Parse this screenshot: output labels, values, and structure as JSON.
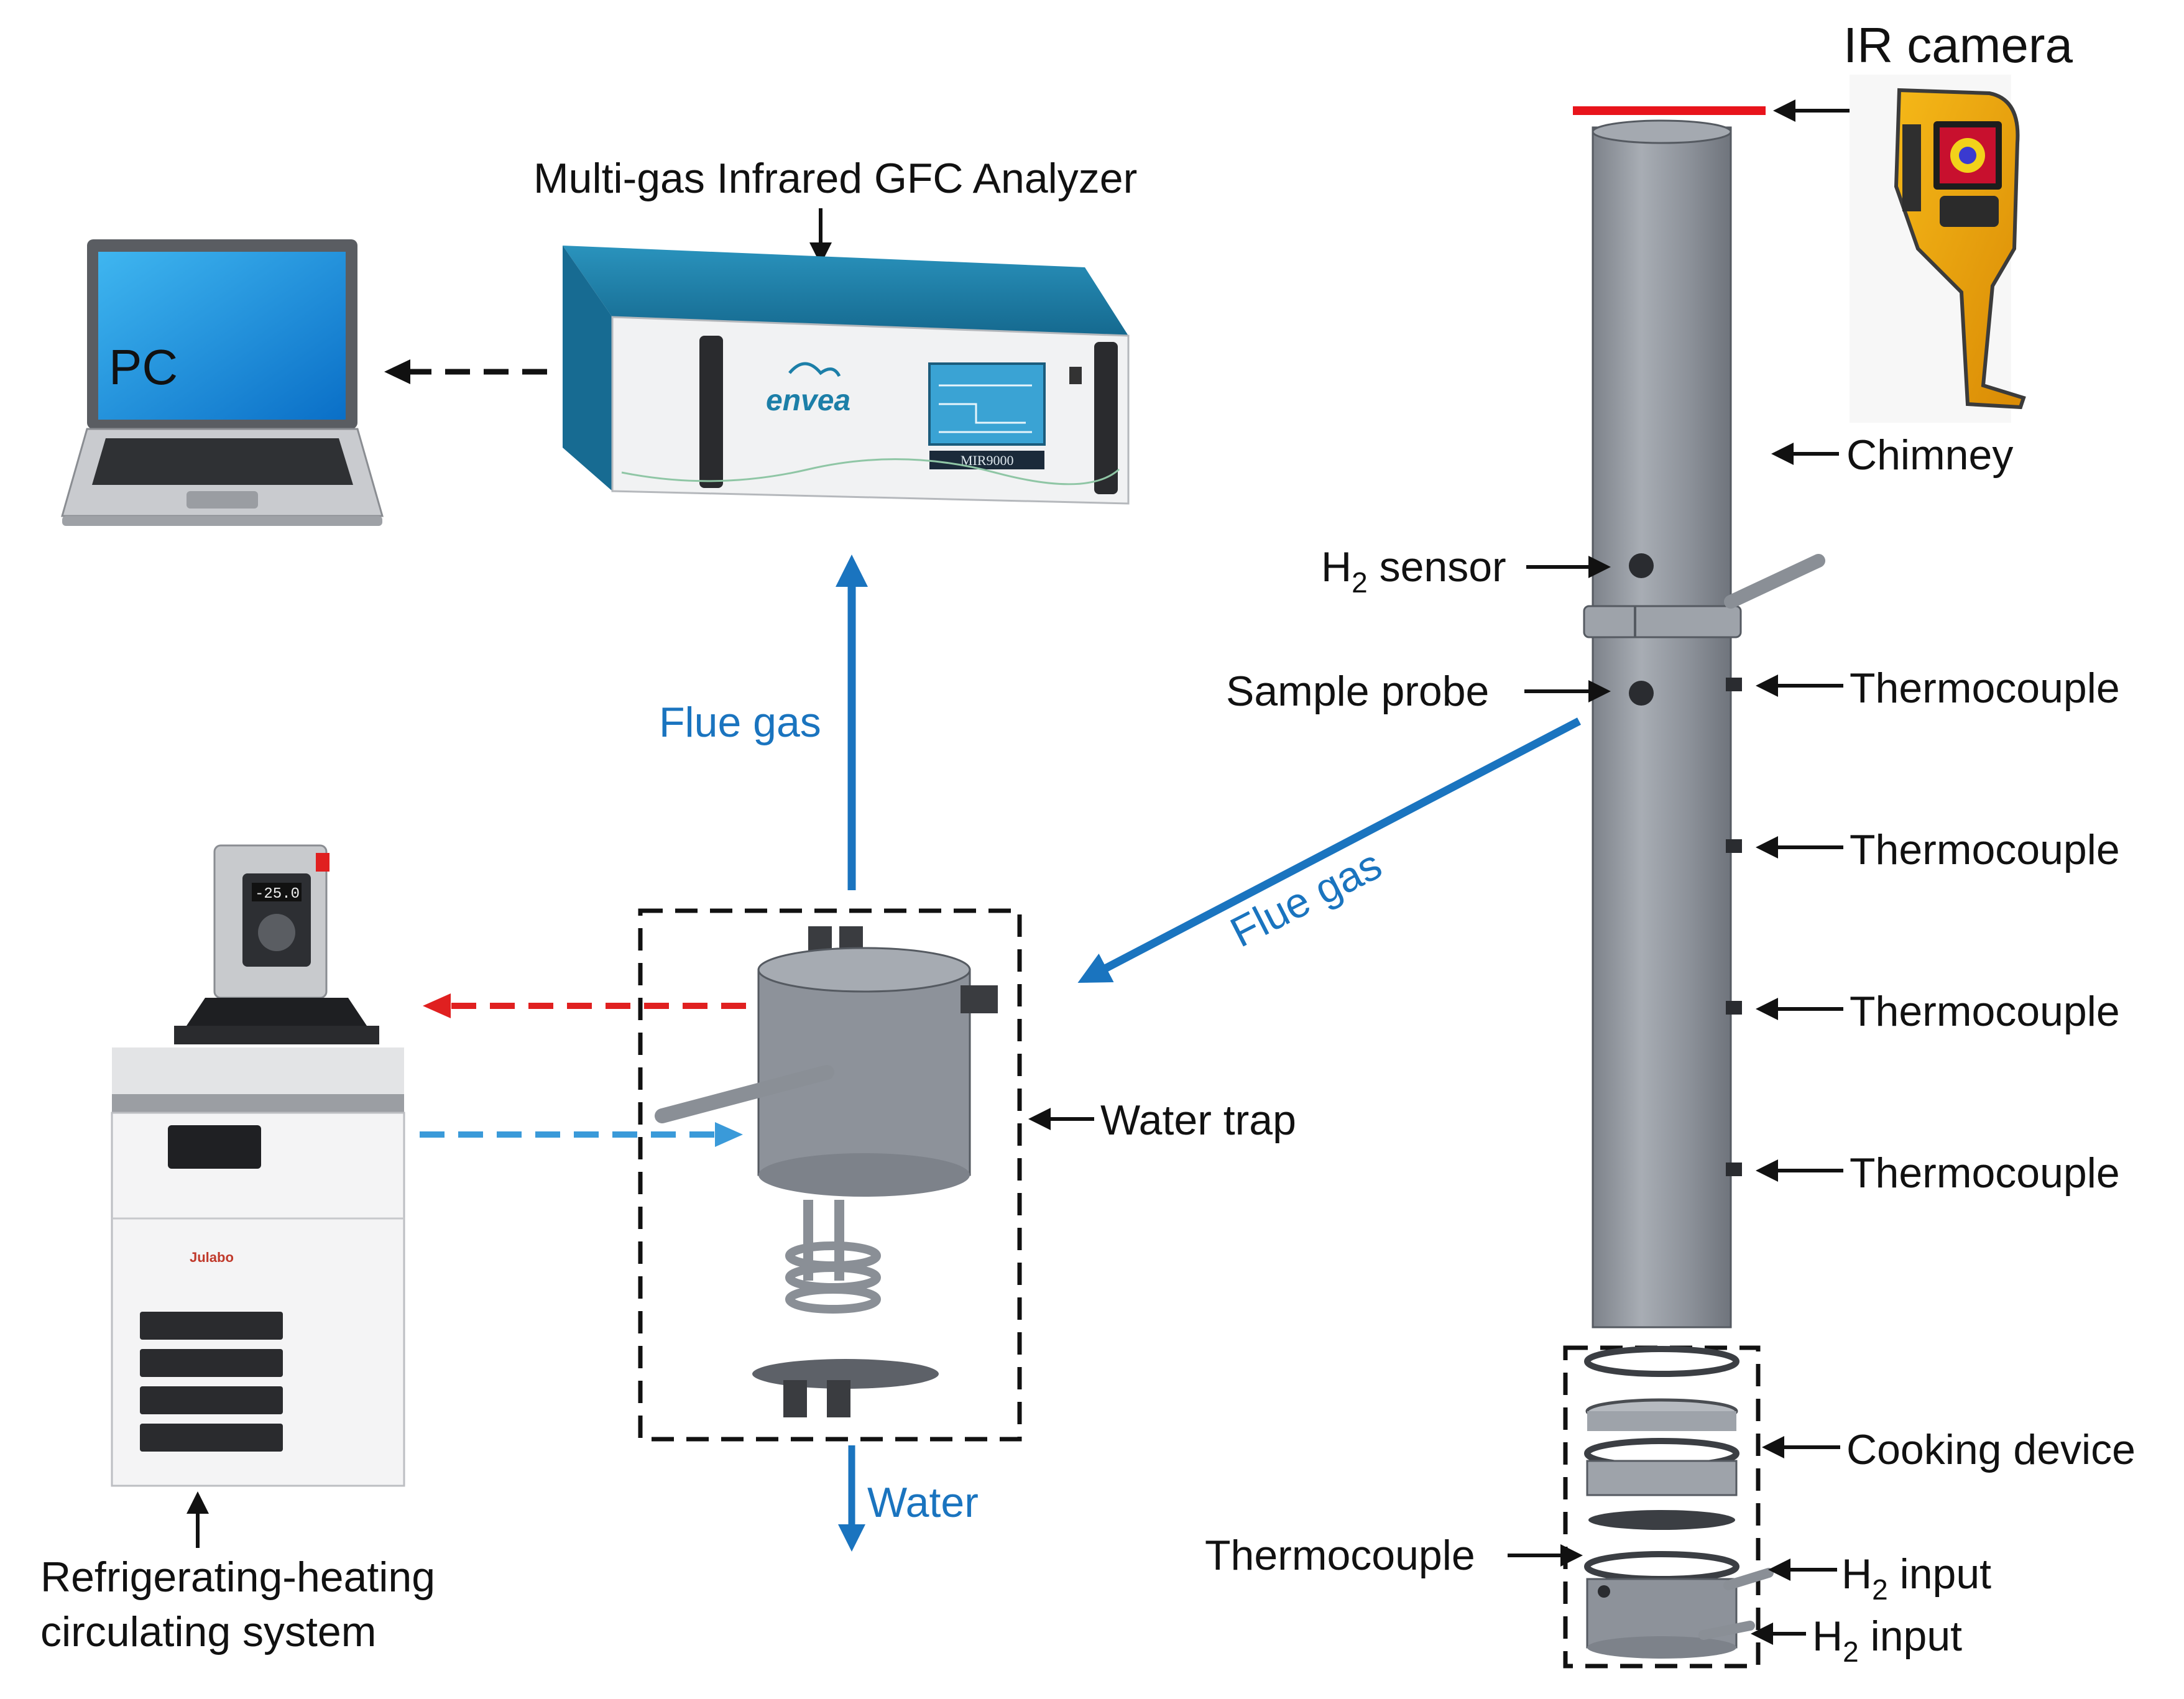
{
  "labels": {
    "ir_camera": "IR camera",
    "analyzer": "Multi-gas Infrared GFC Analyzer",
    "pc": "PC",
    "chimney": "Chimney",
    "h2_sensor_main": "H",
    "h2_sensor_sub": "2",
    "h2_sensor_rest": " sensor",
    "sample_probe": "Sample probe",
    "thermocouple": "Thermocouple",
    "flue_gas": "Flue gas",
    "water_trap": "Water trap",
    "water": "Water",
    "refrigerating_line1": "Refrigerating-heating",
    "refrigerating_line2": "circulating system",
    "cooking_device": "Cooking device",
    "h2_input_main": "H",
    "h2_input_sub": "2",
    "h2_input_rest": " input",
    "envea_logo": "envea",
    "analyzer_model": "MIR9000",
    "chiller_display": "-25.0",
    "chiller_brand": "Julabo"
  },
  "colors": {
    "flow_blue": "#1a74bf",
    "light_blue_dashed": "#3a9ad9",
    "red_dashed": "#e02020",
    "ir_line": "#e8141c",
    "chimney_fill": "#8d929a",
    "analyzer_blue": "#1c7fa8"
  }
}
